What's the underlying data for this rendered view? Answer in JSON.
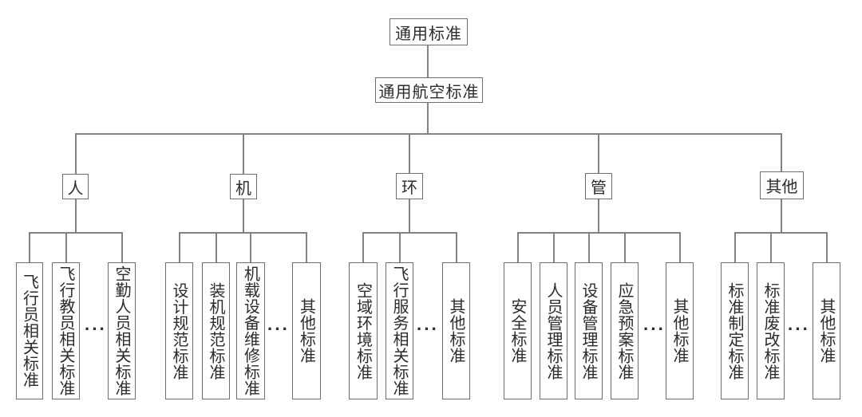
{
  "diagram": {
    "root": {
      "label": "通用标准"
    },
    "level2": {
      "label": "通用航空标准"
    },
    "ellipsis": "···",
    "categories": [
      {
        "label": "人",
        "children": [
          "飞行员相关标准",
          "飞行教员相关标准",
          "空勤人员相关标准"
        ]
      },
      {
        "label": "机",
        "children": [
          "设计规范标准",
          "装机规范标准",
          "机载设备维修标准",
          "其他标准"
        ]
      },
      {
        "label": "环",
        "children": [
          "空域环境标准",
          "飞行服务相关标准",
          "其他标准"
        ]
      },
      {
        "label": "管",
        "children": [
          "安全标准",
          "人员管理标准",
          "设备管理标准",
          "应急预案标准",
          "其他标准"
        ]
      },
      {
        "label": "其他",
        "children": [
          "标准制定标准",
          "标准废改标准",
          "其他标准"
        ]
      }
    ]
  }
}
